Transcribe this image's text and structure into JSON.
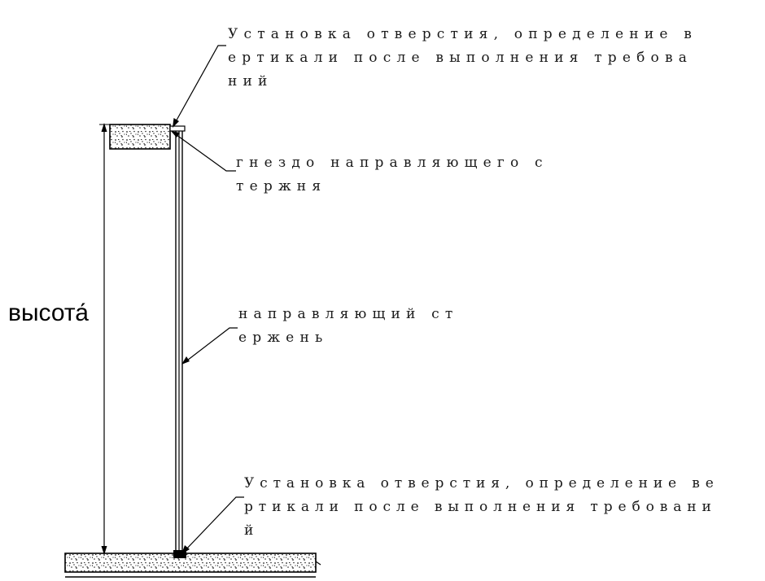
{
  "height_label": "высота́",
  "callouts": {
    "top_hole": [
      "Установка отверстия, определение в",
      "ертикали после выполнения требова",
      "ний"
    ],
    "rod_socket": [
      "гнездо направляющего с",
      "тержня"
    ],
    "guide_rod": [
      "направляющий ст",
      "ержень"
    ],
    "bottom_hole": [
      "Установка отверстия, определение ве",
      "ртикали после выполнения требовани",
      "й"
    ]
  }
}
